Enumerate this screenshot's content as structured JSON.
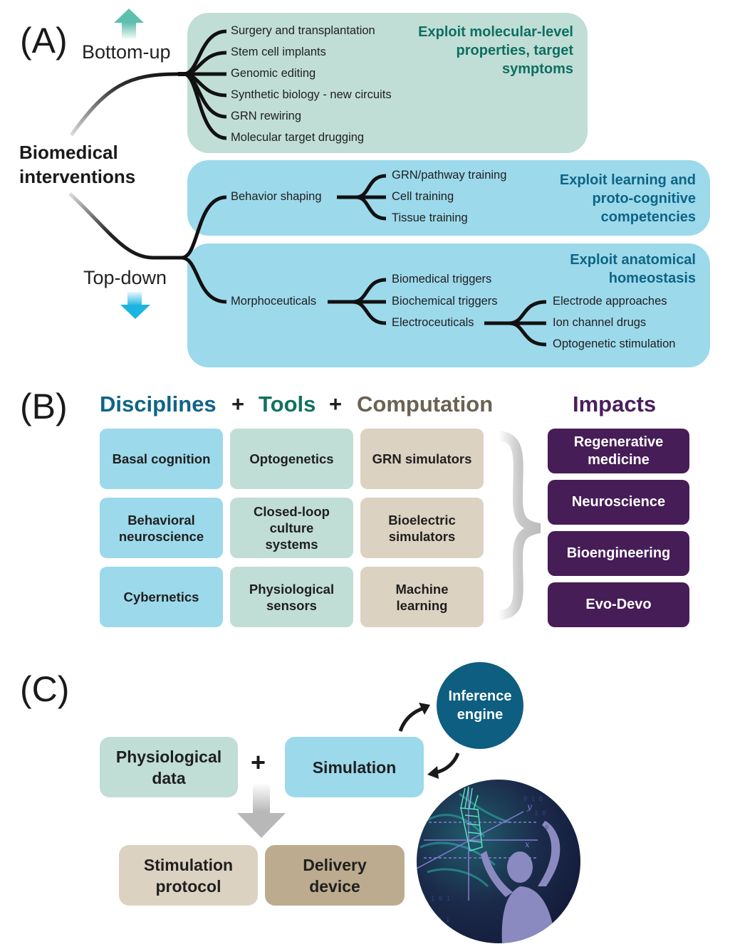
{
  "colors": {
    "molecular_box": "#c0ded5",
    "learning_box": "#9cd9eb",
    "anatomical_box": "#9cd9eb",
    "molecular_goal_text": "#0e6e62",
    "learning_goal_text": "#0e6485",
    "disciplines": "#0f6487",
    "tools": "#11715f",
    "computation": "#6b6253",
    "impacts": "#4a1e5c",
    "tile_discipline": "#9cd9eb",
    "tile_tool": "#c0ded5",
    "tile_computation": "#dcd2c1",
    "tile_impact": "#461d57",
    "inference_circle": "#0d5e80",
    "delivery_device": "#bcab8f",
    "up_arrow": "#5fbfae",
    "down_arrow": "#1cb4e0"
  },
  "panelA": {
    "label": "(A)",
    "root": [
      "Biomedical",
      "interventions"
    ],
    "bottom_up": {
      "label": "Bottom-up",
      "icon": "arrow-up-icon",
      "items": [
        "Surgery and transplantation",
        "Stem cell implants",
        "Genomic editing",
        "Synthetic biology - new circuits",
        "GRN rewiring",
        "Molecular target drugging"
      ],
      "goal": [
        "Exploit molecular-level",
        "properties, target",
        "symptoms"
      ]
    },
    "top_down": {
      "label": "Top-down",
      "icon": "arrow-down-icon",
      "behavior": {
        "label": "Behavior shaping",
        "items": [
          "GRN/pathway training",
          "Cell training",
          "Tissue training"
        ],
        "goal": [
          "Exploit learning and",
          "proto-cognitive",
          "competencies"
        ]
      },
      "morpho": {
        "label": "Morphoceuticals",
        "items": [
          "Biomedical triggers",
          "Biochemical triggers",
          "Electroceuticals"
        ],
        "electro_items": [
          "Electrode approaches",
          "Ion channel drugs",
          "Optogenetic stimulation"
        ],
        "goal": [
          "Exploit anatomical",
          "homeostasis"
        ]
      }
    }
  },
  "panelB": {
    "label": "(B)",
    "headings": {
      "disciplines": "Disciplines",
      "plus1": "+",
      "tools": "Tools",
      "plus2": "+",
      "computation": "Computation",
      "impacts": "Impacts"
    },
    "disciplines": [
      "Basal cognition",
      "Behavioral\nneuroscience",
      "Cybernetics"
    ],
    "tools": [
      "Optogenetics",
      "Closed-loop\nculture\nsystems",
      "Physiological\nsensors"
    ],
    "computation": [
      "GRN simulators",
      "Bioelectric\nsimulators",
      "Machine\nlearning"
    ],
    "impacts": [
      "Regenerative\nmedicine",
      "Neuroscience",
      "Bioengineering",
      "Evo-Devo"
    ]
  },
  "panelC": {
    "label": "(C)",
    "physiological_data": "Physiological\ndata",
    "plus": "+",
    "simulation": "Simulation",
    "inference_engine": "Inference\nengine",
    "stimulation_protocol": "Stimulation\nprotocol",
    "delivery_device": "Delivery\ndevice",
    "image": "dancer-with-virtual-arm-illustration",
    "image_axis_labels": [
      "x",
      "y"
    ]
  }
}
